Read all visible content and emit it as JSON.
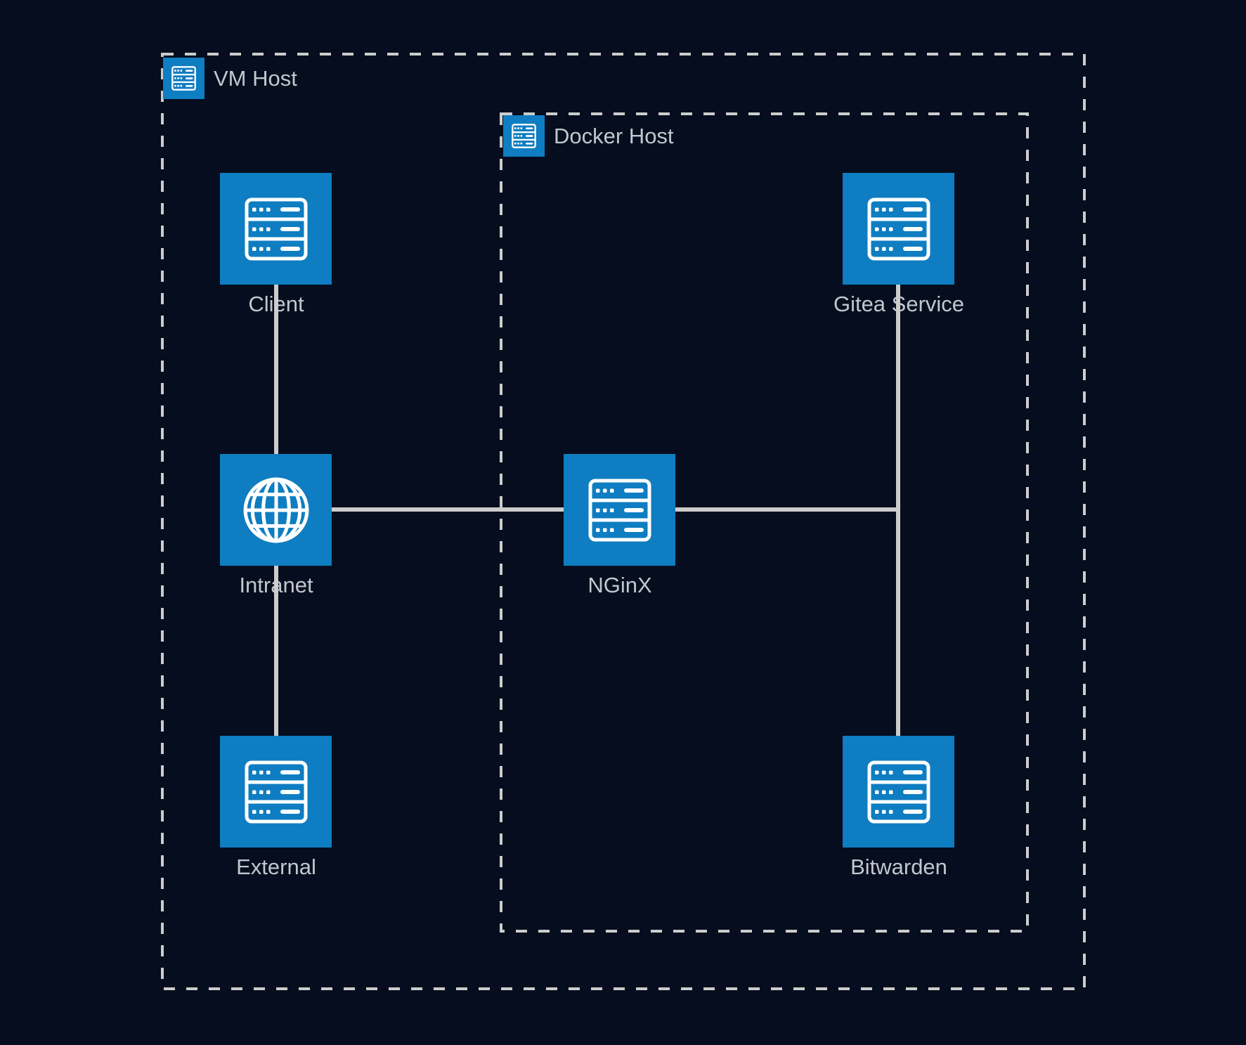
{
  "diagram": {
    "containers": {
      "vm_host": {
        "label": "VM Host",
        "icon": "server-icon"
      },
      "docker_host": {
        "label": "Docker Host",
        "icon": "server-icon"
      }
    },
    "nodes": {
      "client": {
        "label": "Client",
        "icon": "server-icon",
        "container": "vm_host"
      },
      "intranet": {
        "label": "Intranet",
        "icon": "globe-icon",
        "container": "vm_host"
      },
      "external": {
        "label": "External",
        "icon": "server-icon",
        "container": "vm_host"
      },
      "nginx": {
        "label": "NGinX",
        "icon": "server-icon",
        "container": "docker_host"
      },
      "gitea_service": {
        "label": "Gitea Service",
        "icon": "server-icon",
        "container": "docker_host"
      },
      "bitwarden": {
        "label": "Bitwarden",
        "icon": "server-icon",
        "container": "docker_host"
      }
    },
    "edges": [
      {
        "from": "client",
        "to": "intranet"
      },
      {
        "from": "intranet",
        "to": "external"
      },
      {
        "from": "intranet",
        "to": "nginx"
      },
      {
        "from": "nginx",
        "to": "gitea_service"
      },
      {
        "from": "nginx",
        "to": "bitwarden"
      }
    ],
    "colors": {
      "background": "#050d1e",
      "node_fill": "#0e7dc1",
      "line": "#cccccc",
      "text": "#c2c7ce",
      "icon_stroke": "#ffffff"
    }
  }
}
